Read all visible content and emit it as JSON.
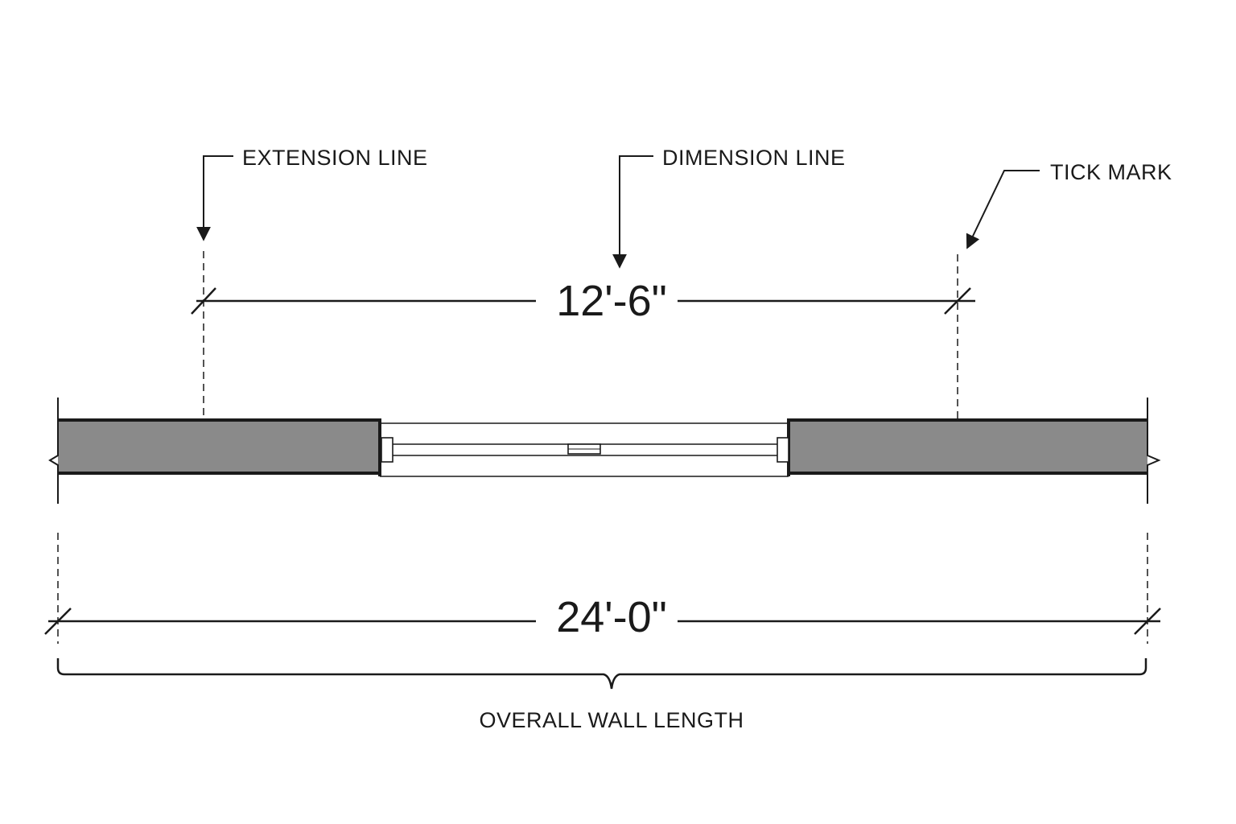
{
  "callouts": {
    "extension_line": "EXTENSION LINE",
    "dimension_line": "DIMENSION LINE",
    "tick_mark": "TICK MARK"
  },
  "dimensions": {
    "partial": "12'-6\"",
    "overall": "24'-0\""
  },
  "caption": "OVERALL WALL LENGTH",
  "colors": {
    "ink": "#1a1a1a",
    "wall_fill": "#8a8a8a"
  }
}
